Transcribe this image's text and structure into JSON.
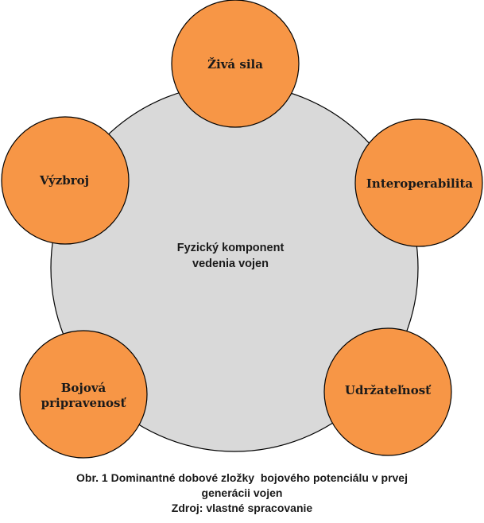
{
  "diagram": {
    "center": {
      "line1": "Fyzický komponent",
      "line2": "vedenia vojen"
    },
    "nodes": {
      "ziva_sila": "Živá sila",
      "interoperabilita": "Interoperabilita",
      "udrzatelnost": "Udržateľnosť",
      "bojova_line1": "Bojová",
      "bojova_line2": "pripravenosť",
      "vyzbroj": "Výzbroj"
    },
    "colors": {
      "center_fill": "#d9d9d9",
      "node_fill": "#f79646"
    }
  },
  "caption": {
    "line1": "Obr. 1 Dominantné dobové zložky  bojového potenciálu v prvej",
    "line2": "generácii vojen",
    "line3": "Zdroj: vlastné spracovanie"
  }
}
